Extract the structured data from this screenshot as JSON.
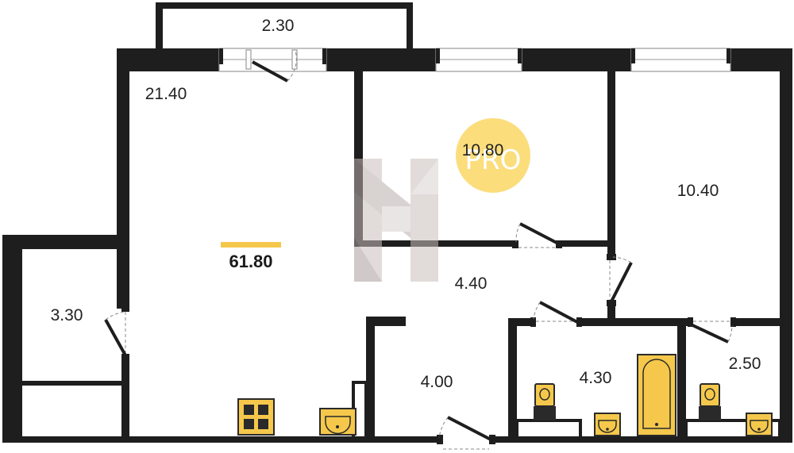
{
  "plan": {
    "total_area": "61.80",
    "badge": "PRO",
    "rooms": {
      "balcony": "2.30",
      "living_room": "21.40",
      "bedroom_1": "10.80",
      "bedroom_2": "10.40",
      "storage": "3.30",
      "hallway": "4.40",
      "kitchen": "4.00",
      "bathroom": "4.30",
      "toilet": "2.50"
    }
  },
  "colors": {
    "wall": "#1e1e1e",
    "accent": "#f5c84c",
    "badge_circle": "#fbdd7c",
    "watermark": "#c9bfbd"
  },
  "icons": [
    "watermark-logo-icon",
    "stove-icon",
    "sink-icon",
    "toilet-icon",
    "bathtub-icon"
  ]
}
